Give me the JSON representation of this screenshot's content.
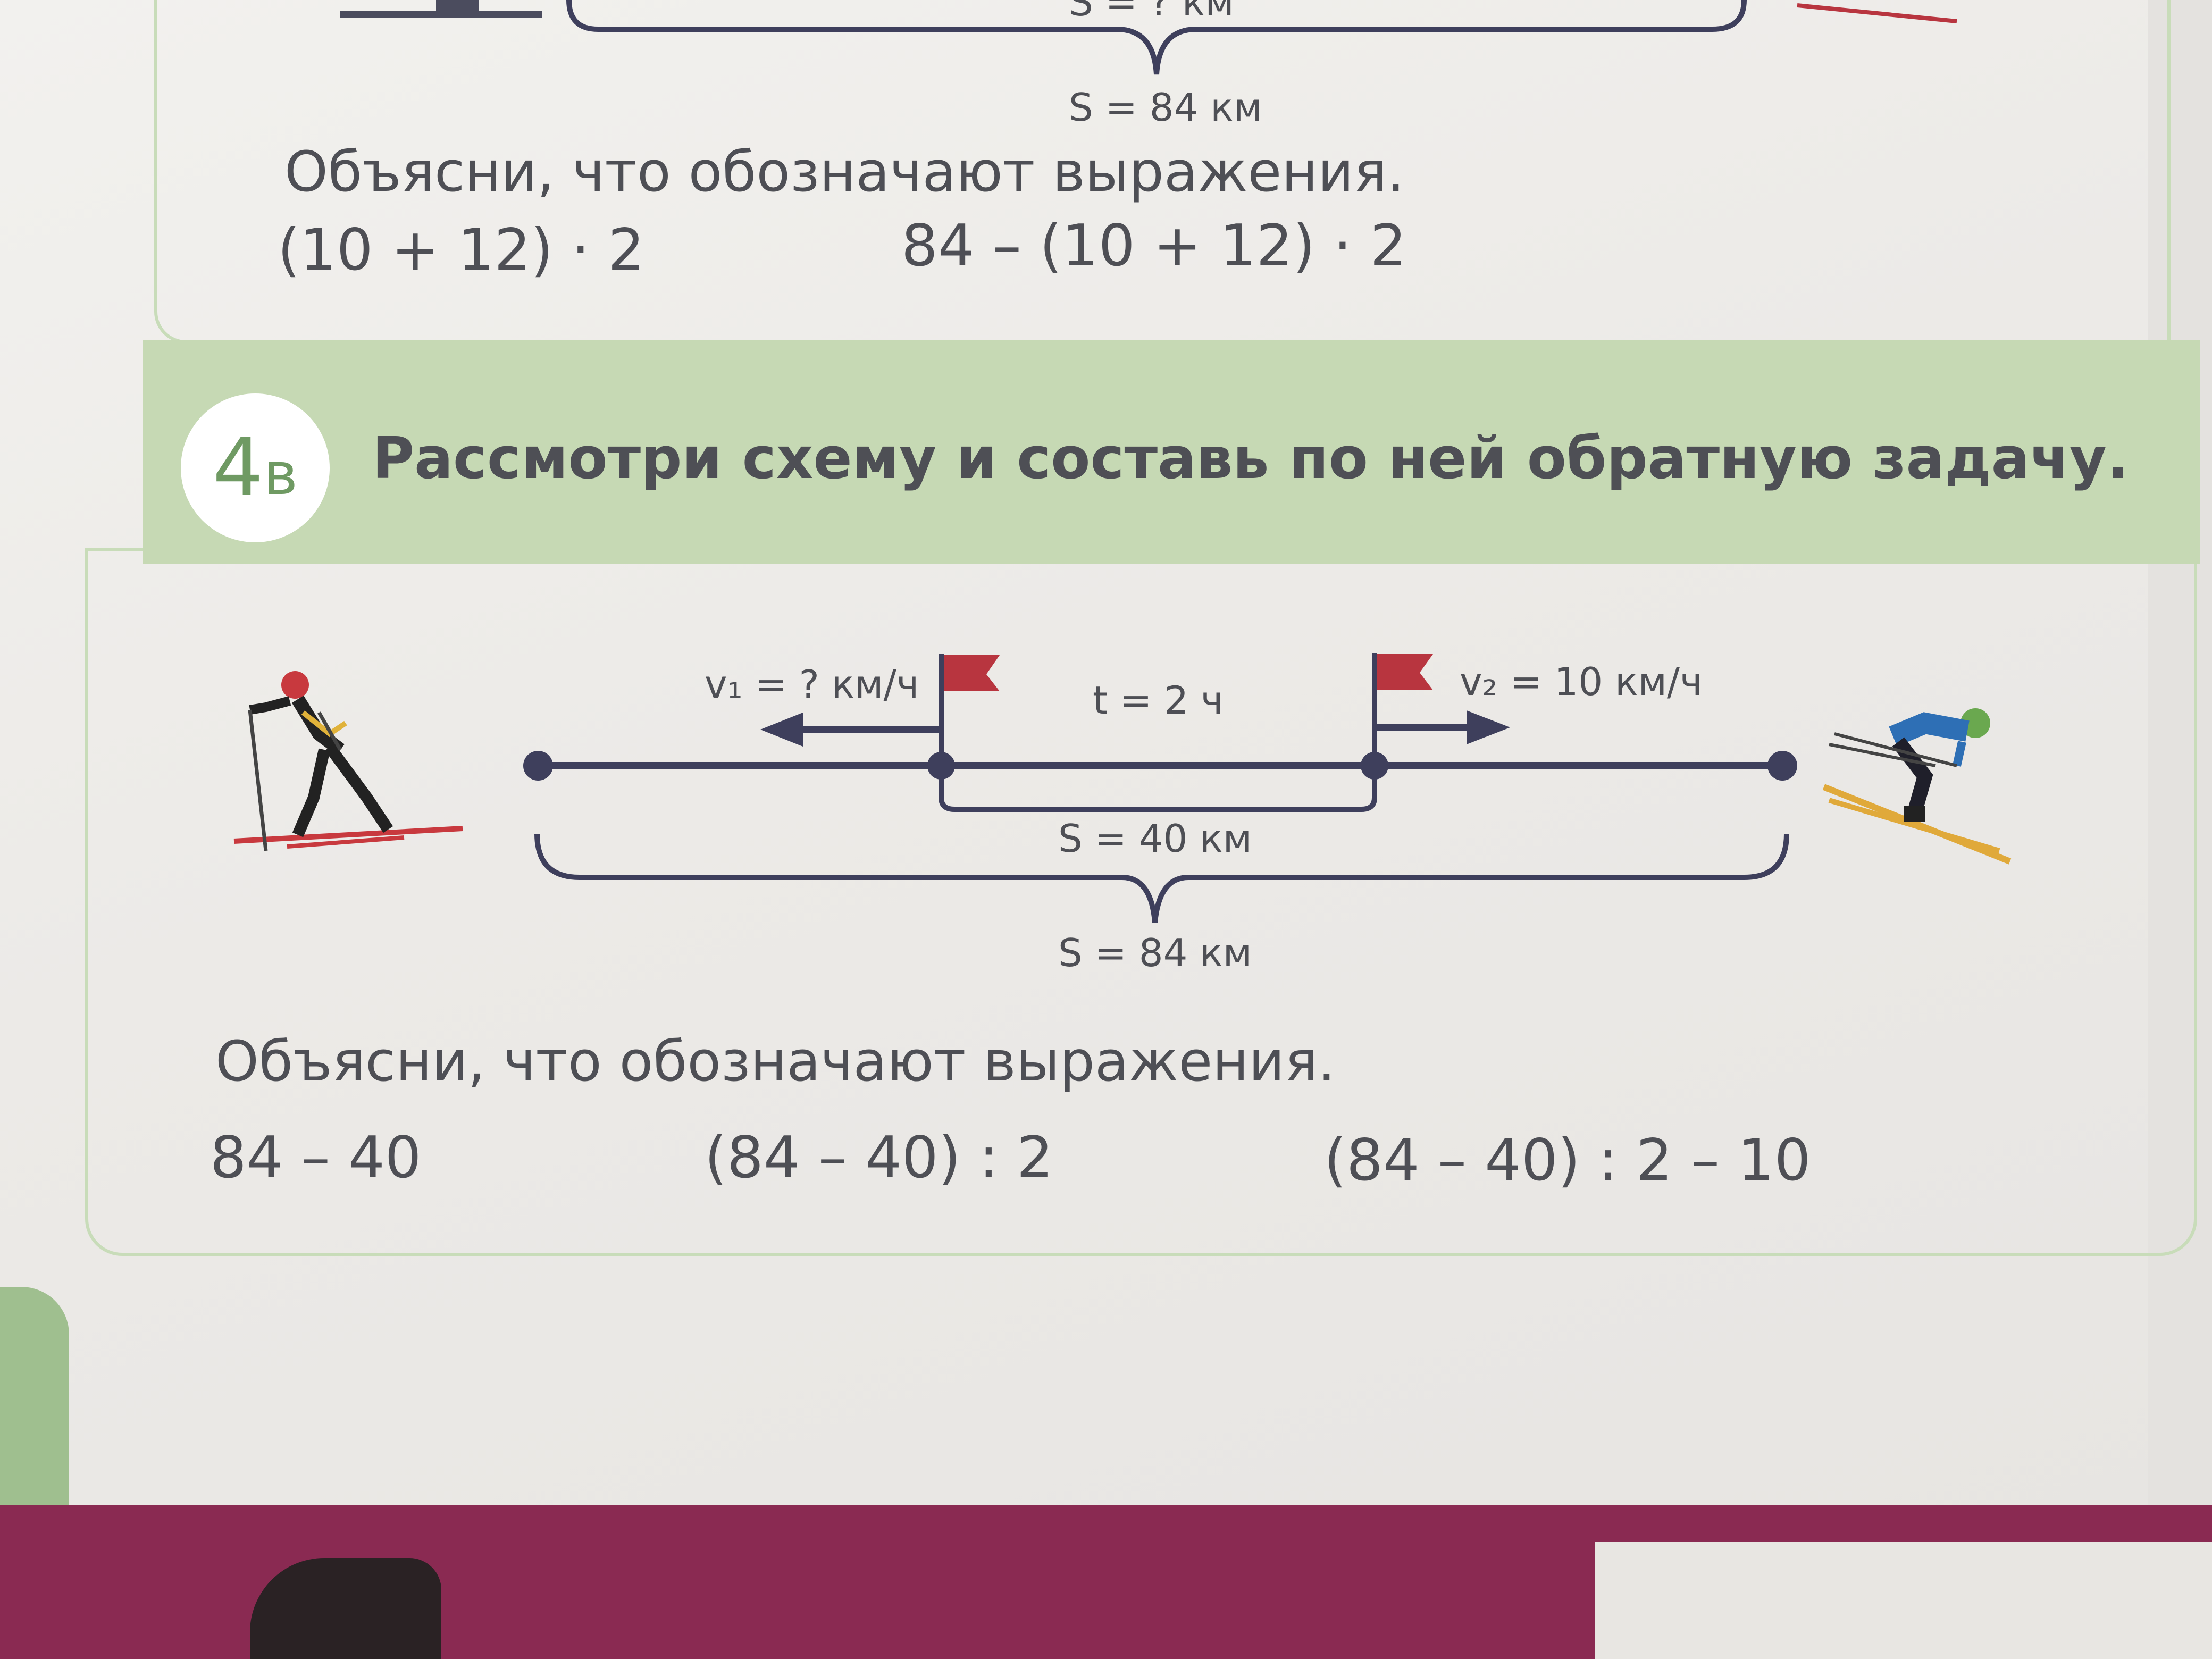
{
  "top_section": {
    "distance_unknown": "S = ? км",
    "total_distance": "S = 84 км",
    "prompt": "Объясни, что обозначают выражения.",
    "expressions": [
      "(10 + 12) · 2",
      "84 – (10 + 12) · 2"
    ]
  },
  "task": {
    "number": "4",
    "letter": "в",
    "title": "Рассмотри схему и составь по ней обратную задачу.",
    "scheme": {
      "v1_label": "v₁ = ? км/ч",
      "v2_label": "v₂ = 10 км/ч",
      "time_label": "t = 2 ч",
      "inner_distance": "S = 40 км",
      "total_distance": "S = 84 км"
    },
    "prompt": "Объясни, что обозначают выражения.",
    "expressions": [
      "84 – 40",
      "(84 – 40) : 2",
      "(84 – 40) : 2 – 10"
    ]
  },
  "colors": {
    "accent_green": "#c6d9b4",
    "flag_red": "#b8353f",
    "line_navy": "#3e3f5c",
    "cover_magenta": "#8a2a52"
  }
}
